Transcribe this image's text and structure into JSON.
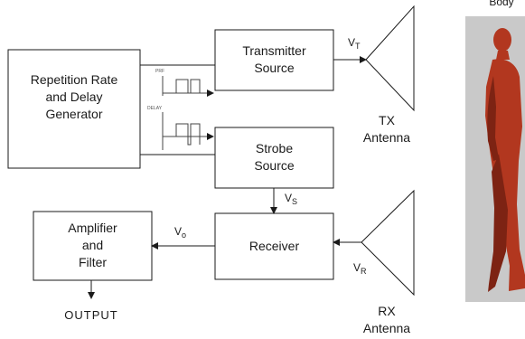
{
  "blocks": {
    "generator": "Repetition Rate\nand Delay\nGenerator",
    "transmitter": "Transmitter\nSource",
    "strobe": "Strobe\nSource",
    "receiver": "Receiver",
    "amplifier": "Amplifier\nand\nFilter"
  },
  "signals": {
    "vt": {
      "main": "V",
      "sub": "T"
    },
    "vs": {
      "main": "V",
      "sub": "S"
    },
    "vo": {
      "main": "V",
      "sub": "o"
    },
    "vr": {
      "main": "V",
      "sub": "R"
    }
  },
  "pulse_labels": {
    "prf": "PRF",
    "delay": "DELAY"
  },
  "antennas": {
    "tx": "TX\nAntenna",
    "rx": "RX\nAntenna"
  },
  "output_label": "OUTPUT",
  "body_label": "Body",
  "colors": {
    "line": "#1a1a1a",
    "body": "#b2371f",
    "body_shadow": "#7d2313",
    "backdrop": "#c9c9c9",
    "pulse": "#444444"
  }
}
